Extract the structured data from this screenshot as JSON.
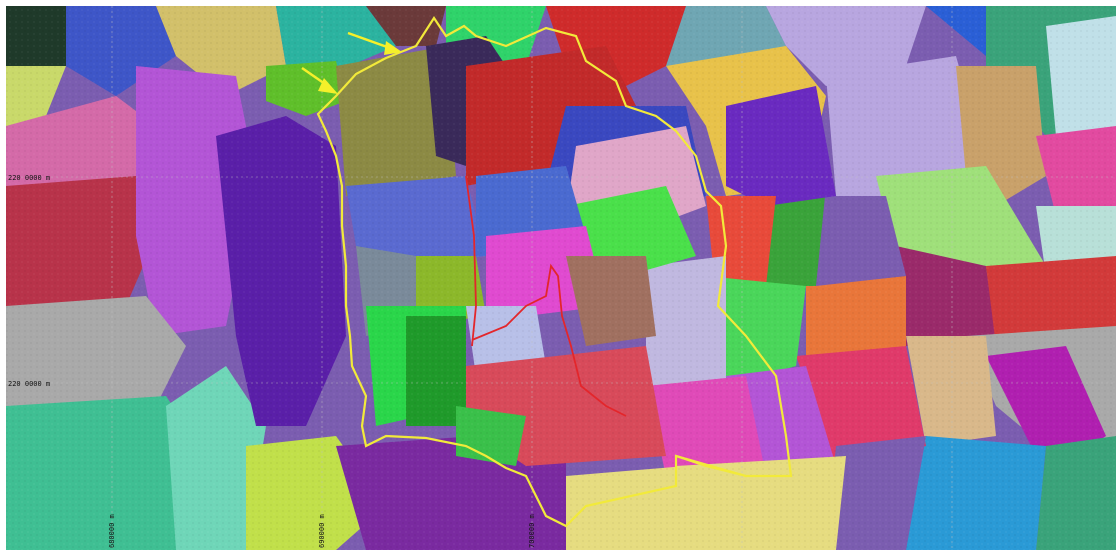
{
  "map": {
    "coord_labels": {
      "left_upper": "220 0000 m",
      "left_lower": "220 0000 m",
      "bottom_1": "680000 m",
      "bottom_2": "690000 m",
      "bottom_3": "700000 m"
    },
    "colors": {
      "basin_boundary": "#f2ea3a",
      "stream_line": "#e3262b",
      "arrow": "#f5f02a",
      "grid_line": "#bfbfbf"
    },
    "icons": [
      "arrow-icon",
      "arrow-icon"
    ]
  }
}
